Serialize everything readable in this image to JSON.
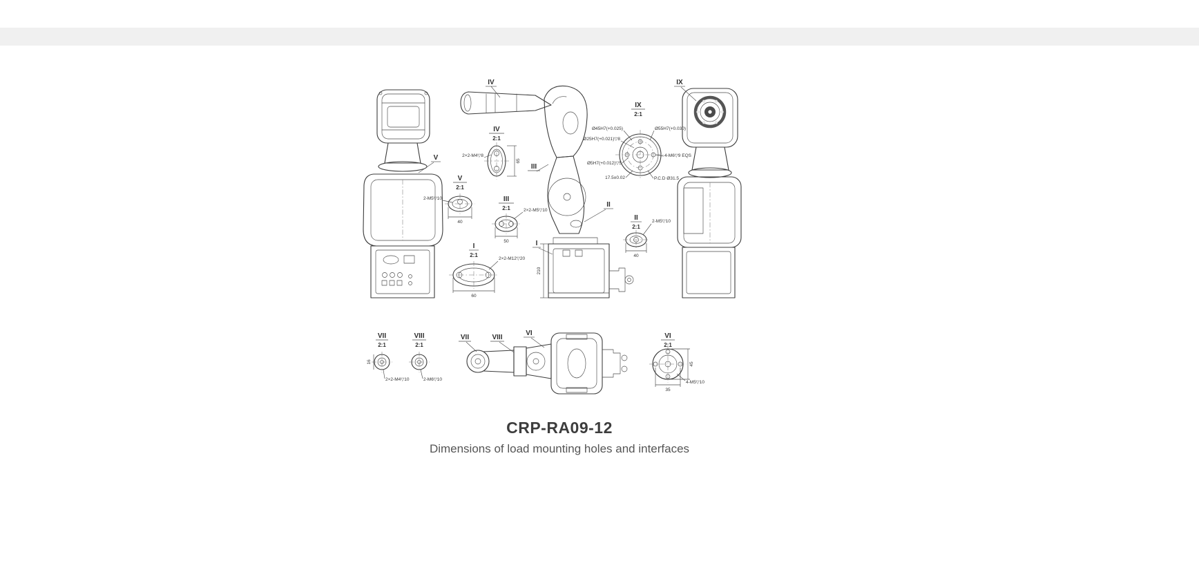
{
  "colors": {
    "background": "#ffffff",
    "top_band": "#f0f0f0",
    "line": "#3b3b3b",
    "title_text": "#3d3d3d",
    "subtitle_text": "#555555"
  },
  "title_block": {
    "model": "CRP-RA09-12",
    "caption": "Dimensions of load mounting holes and interfaces"
  },
  "base_view": {
    "height_dim": "210"
  },
  "details": {
    "I": {
      "numeral": "I",
      "scale": "2:1",
      "note": "2×2-M12▽20",
      "dims": [
        "60"
      ]
    },
    "II": {
      "numeral": "II",
      "scale": "2:1",
      "note": "2-M5▽10",
      "dims": [
        "40"
      ]
    },
    "III": {
      "numeral": "III",
      "scale": "2:1",
      "note": "2×2-M5▽10",
      "dims": [
        "50"
      ]
    },
    "IV": {
      "numeral": "IV",
      "scale": "2:1",
      "note": "2×2-M4▽8",
      "dims": [
        "65"
      ]
    },
    "V": {
      "numeral": "V",
      "scale": "2:1",
      "note": "2-M5▽10",
      "dims": [
        "40"
      ]
    },
    "VI": {
      "numeral": "VI",
      "scale": "2:1",
      "note": "4-M5▽10",
      "dims": [
        "45",
        "35"
      ]
    },
    "VII": {
      "numeral": "VII",
      "scale": "2:1",
      "note": "2×2-M4▽10",
      "dims": [
        "16"
      ]
    },
    "VIII": {
      "numeral": "VIII",
      "scale": "2:1",
      "note": "2-M6▽10",
      "dims": []
    },
    "IX": {
      "numeral": "IX",
      "scale": "2:1",
      "annotations": [
        "Ø45H7(+0.025)",
        "Ø25H7(+0.021)▽8",
        "Ø5H7(+0.012)▽5",
        "Ø55H7(+0.030)",
        "4-M6▽9 EQS",
        "17.5±0.02",
        "P.C.D Ø31.5"
      ]
    }
  }
}
